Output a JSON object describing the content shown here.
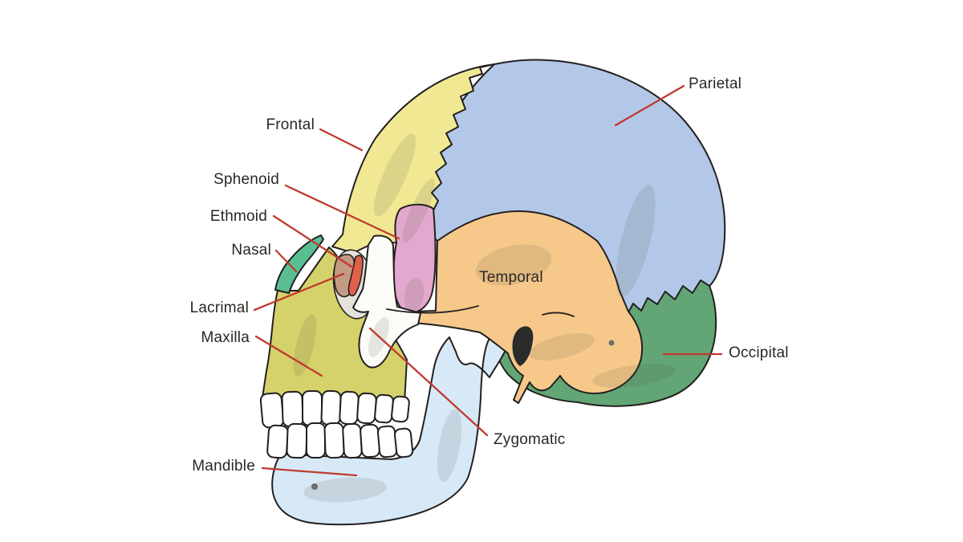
{
  "diagram": {
    "type": "anatomy-diagram",
    "subject": "Human skull, lateral (side) view with color-coded cranial and facial bones",
    "labels": {
      "frontal": "Frontal",
      "parietal": "Parietal",
      "sphenoid": "Sphenoid",
      "ethmoid": "Ethmoid",
      "nasal": "Nasal",
      "lacrimal": "Lacrimal",
      "maxilla": "Maxilla",
      "temporal": "Temporal",
      "zygomatic": "Zygomatic",
      "occipital": "Occipital",
      "mandible": "Mandible"
    },
    "colors": {
      "background": "#ffffff",
      "outline": "#231f20",
      "label_text": "#2b2724",
      "leader_line": "#c03a2f",
      "teeth": "#ffffff",
      "ear_canal": "#2b2b2b",
      "orbit": "#e3e2db",
      "foramen": "#6e6e6e",
      "bones": {
        "frontal": "#f1e893",
        "parietal": "#b3c8e8",
        "sphenoid": "#e3a8cd",
        "ethmoid": "#e2604a",
        "nasal": "#59bf93",
        "lacrimal": "#c49a84",
        "maxilla": "#d5d26b",
        "temporal": "#f6c98b",
        "zygomatic": "#fbfbf8",
        "occipital": "#61a674",
        "mandible": "#d7e9f6"
      }
    }
  }
}
